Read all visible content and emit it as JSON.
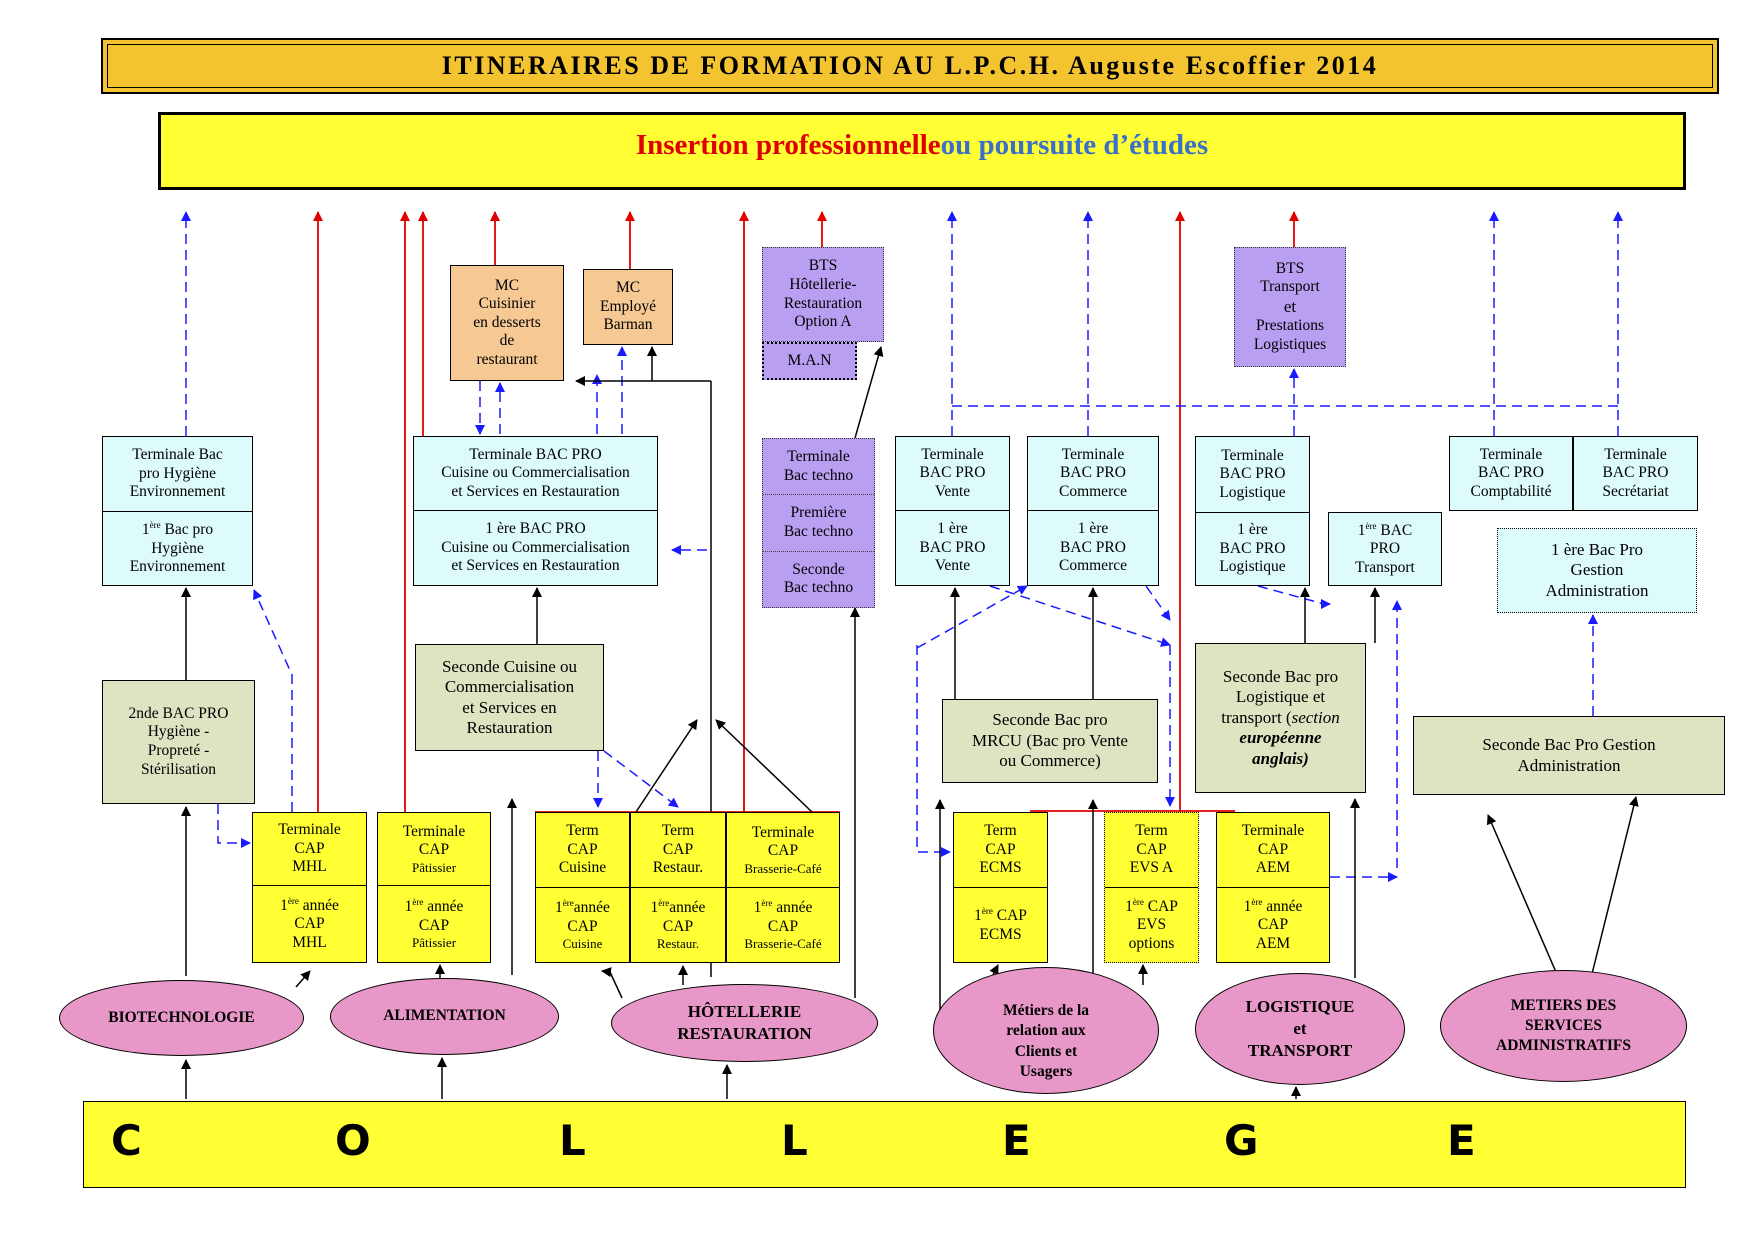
{
  "title": "ITINERAIRES DE FORMATION AU L.P.C.H. Auguste Escoffier 2014",
  "insertion": {
    "red": "Insertion professionnelle",
    "blue": " ou poursuite d’études"
  },
  "college_letters": [
    "C",
    "O",
    "L",
    "L",
    "E",
    "G",
    "E"
  ],
  "colors": {
    "title_bg": "#f4c430",
    "bar_yellow": "#ffff33",
    "cyan_box": "#ddfbfb",
    "sage_box": "#dfe3c2",
    "tan_box": "#f5c894",
    "lavender_box": "#b99ff2",
    "ellipse_pink": "#e898c8",
    "red_arrow": "#e00000",
    "blue_arrow": "#1a1aff"
  },
  "boxes": {
    "bio_terminale": "Terminale Bac\npro Hygiène\nEnvironnement",
    "bio_premiere_sup": "ère",
    "bio_premiere_pre": "1",
    "bio_premiere": " Bac pro\nHygiène\nEnvironnement",
    "bio_seconde": "2nde BAC PRO\nHygiène -\nPropreté -\nStérilisation",
    "mc_cuisinier": "MC\nCuisinier\nen  desserts\nde\nrestaurant",
    "mc_barman": "MC\nEmployé\nBarman",
    "bts_hotel": "BTS\nHôtellerie-\nRestauration\nOption A",
    "man": "M.A.N",
    "bts_transport_1": "BTS\nTransport",
    "bts_transport_et": "et",
    "bts_transport_2": "Prestations\nLogistiques",
    "resto_terminale": "Terminale BAC PRO\nCuisine ou  Commercialisation\net Services en Restauration",
    "resto_premiere": "1 ère BAC PRO\nCuisine ou  Commercialisation\net Services en Restauration",
    "resto_seconde": "Seconde Cuisine ou\nCommercialisation\net Services en\nRestauration",
    "techno_terminale": "Terminale\nBac techno",
    "techno_premiere": "Première\nBac techno",
    "techno_seconde": "Seconde\nBac techno",
    "vente_terminale": "Terminale\nBAC PRO\nVente",
    "vente_premiere": "1 ère\nBAC PRO\nVente",
    "commerce_terminale": "Terminale\nBAC PRO\nCommerce",
    "commerce_premiere": "1 ère\nBAC PRO\nCommerce",
    "mrcu_seconde": "Seconde Bac pro\nMRCU (Bac pro Vente\nou Commerce)",
    "logistique_terminale": "Terminale\nBAC PRO\nLogistique",
    "logistique_premiere": "1 ère\nBAC PRO\nLogistique",
    "transport_premiere_pre": "1",
    "transport_premiere_sup": "ère",
    "transport_premiere": " BAC\nPRO\nTransport",
    "logistique_seconde_1": "Seconde Bac pro\nLogistique et\ntransport (",
    "logistique_seconde_it": "section",
    "logistique_seconde_bi": "\neuropéenne\nanglais)",
    "compta_terminale": "Terminale\nBAC PRO\nComptabilité",
    "secretariat_terminale": "Terminale\nBAC PRO\nSecrétariat",
    "gestion_premiere": "1 ère  Bac Pro\nGestion\nAdministration",
    "gestion_seconde": "Seconde Bac Pro  Gestion\nAdministration",
    "cap_mhl_term": "Terminale\nCAP\nMHL",
    "cap_mhl_1_pre": "1",
    "cap_mhl_1_sup": "ère",
    "cap_mhl_1": " année\nCAP\nMHL",
    "cap_pat_term_a": "Terminale\nCAP",
    "cap_pat_term_b": "Pâtissier",
    "cap_pat_1_pre": "1",
    "cap_pat_1_sup": "ère",
    "cap_pat_1_a": " année\nCAP",
    "cap_pat_1_b": "Pâtissier",
    "cap_cuisine_term": "Term\nCAP\nCuisine",
    "cap_cuisine_1_pre": "1",
    "cap_cuisine_1_sup": "ère",
    "cap_cuisine_1_a": "année\nCAP",
    "cap_cuisine_1_b": "Cuisine",
    "cap_restaur_term": "Term\nCAP\nRestaur.",
    "cap_restaur_1_pre": "1",
    "cap_restaur_1_sup": "ère",
    "cap_restaur_1_a": "année\nCAP",
    "cap_restaur_1_b": "Restaur.",
    "cap_brasserie_term_a": "Terminale\nCAP",
    "cap_brasserie_term_b": "Brasserie-Café",
    "cap_brasserie_1_pre": "1",
    "cap_brasserie_1_sup": "ère",
    "cap_brasserie_1_a": " année\nCAP",
    "cap_brasserie_1_b": "Brasserie-Café",
    "cap_ecms_term": "Term\nCAP\nECMS",
    "cap_ecms_1_pre": "1",
    "cap_ecms_1_sup": "ère",
    "cap_ecms_1_a": " CAP",
    "cap_ecms_1_b": "ECMS",
    "cap_evs_term": "Term\nCAP\nEVS A",
    "cap_evs_1_pre": "1",
    "cap_evs_1_sup": "ère",
    "cap_evs_1_a": " CAP\nEVS\noptions",
    "cap_aem_term": "Terminale\nCAP\nAEM",
    "cap_aem_1_pre": "1",
    "cap_aem_1_sup": "ère",
    "cap_aem_1_a": " année\nCAP\nAEM"
  },
  "sectors": {
    "biotechnologie": "BIOTECHNOLOGIE",
    "alimentation": "ALIMENTATION",
    "hotellerie": "HÔTELLERIE\nRESTAURATION",
    "relation_clients": "Métiers de la\nrelation aux\nClients et\nUsagers",
    "logistique": "LOGISTIQUE\net\nTRANSPORT",
    "services_admin": "METIERS DES\nSERVICES\nADMINISTRATIFS"
  }
}
